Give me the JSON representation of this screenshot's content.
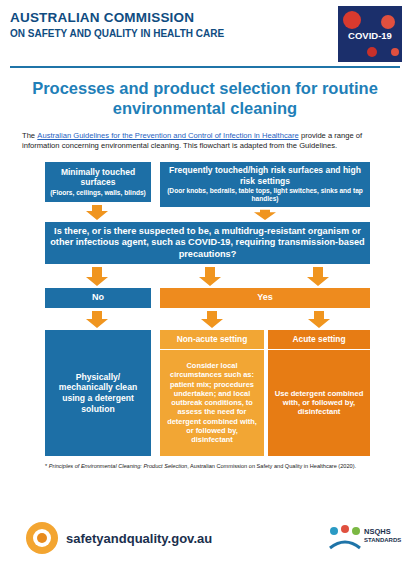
{
  "diagram": {
    "title": "Processes and product selection for routine environmental cleaning",
    "nodes": [
      {
        "text": [
          "Minimally touched surfaces",
          "(Floors, ceilings, walls, blinds)"
        ]
      },
      {
        "text": [
          "Frequently touched/high risk surfaces and high risk settings",
          "(Door knobs, bedrails, table tops, light switches, sinks and tap handles)"
        ]
      },
      {
        "text": [
          "Is there, or is there suspected to be, a multidrug-resistant organism or other infectious agent, such as COVID-19, requiring transmission-based precautions?"
        ]
      },
      {
        "text": [
          "No"
        ]
      },
      {
        "text": [
          "Yes"
        ]
      },
      {
        "text": [
          "Physically/ mechanically clean using a detergent solution"
        ]
      },
      {
        "text": [
          "Non-acute setting",
          "Consider local circumstances such as: patient mix; procedures undertaken; and local outbreak conditions, to assess the need for detergent combined with, or followed by, disinfectant"
        ]
      },
      {
        "text": [
          "Acute setting",
          "Use detergent combined with, or followed by, disinfectant"
        ]
      }
    ],
    "edges": [
      {
        "from": 0,
        "to": 2,
        "arrow": "to"
      },
      {
        "from": 1,
        "to": 2,
        "arrow": "to"
      },
      {
        "from": 2,
        "to": 3,
        "arrow": "to"
      },
      {
        "from": 2,
        "to": 4,
        "arrow": "to"
      },
      {
        "from": 2,
        "to": 4,
        "arrow": "to"
      },
      {
        "from": 3,
        "to": 5,
        "arrow": "to"
      },
      {
        "from": 4,
        "to": 6,
        "arrow": "to"
      },
      {
        "from": 4,
        "to": 7,
        "arrow": "to"
      }
    ],
    "labels": [
      "AUSTRALIAN COMMISSION",
      "ON SAFETY AND QUALITY IN HEALTH CARE",
      "COVID-19",
      "The",
      "Australian Guidelines for the Prevention and Control of Infection in Healthcare",
      "provide a range of information concerning environmental cleaning.  This flowchart is adapted from the Guidelines.",
      "*",
      "Principles of Environmental Cleaning: Product Selection",
      ", Australian Commission on Safety and Quality in Healthcare (2020).",
      "safetyandquality.gov.au",
      "NSQHS",
      "STANDARDS"
    ]
  }
}
